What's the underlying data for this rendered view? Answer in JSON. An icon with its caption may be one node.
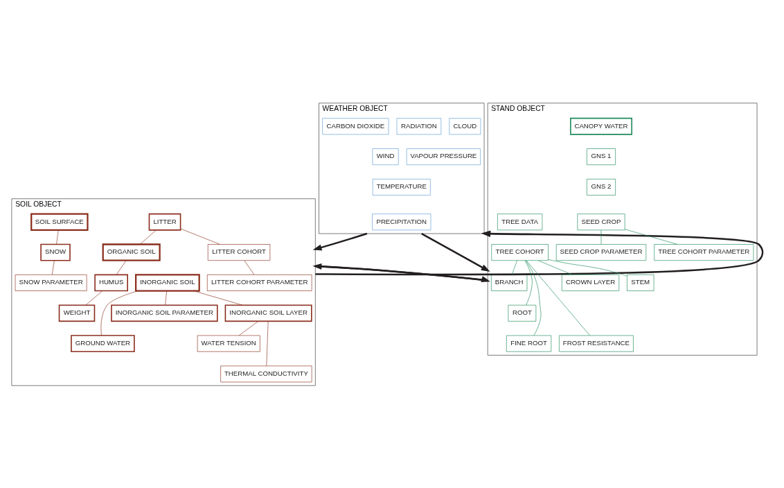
{
  "diagram": {
    "nodes": [
      {
        "text": [
          "WEATHER OBJECT"
        ]
      },
      {
        "text": [
          "TEMPERATURE"
        ],
        "in": 0
      },
      {
        "text": [
          "CLOUD"
        ],
        "in": 0
      },
      {
        "text": [
          "RADIATION"
        ],
        "in": 0
      },
      {
        "text": [
          "PRECIPITATION"
        ],
        "in": 0
      },
      {
        "text": [
          "VAPOUR PRESSURE"
        ],
        "in": 0
      },
      {
        "text": [
          "WIND"
        ],
        "in": 0
      },
      {
        "text": [
          "CARBON DIOXIDE"
        ],
        "in": 0
      },
      {
        "text": [
          "SOIL OBJECT"
        ]
      },
      {
        "text": [
          "LITTER COHORT"
        ],
        "in": 8
      },
      {
        "text": [
          "LITTER"
        ],
        "in": 8
      },
      {
        "text": [
          "SOIL SURFACE"
        ],
        "in": 8
      },
      {
        "text": [
          "LITTER COHORT PARAMETER"
        ],
        "in": 8
      },
      {
        "text": [
          "ORGANIC SOIL"
        ],
        "in": 8
      },
      {
        "text": [
          "HUMUS"
        ],
        "in": 8
      },
      {
        "text": [
          "WEIGHT"
        ],
        "in": 8
      },
      {
        "text": [
          "INORGANIC SOIL"
        ],
        "in": 8
      },
      {
        "text": [
          "INORGANIC SOIL PARAMETER"
        ],
        "in": 8
      },
      {
        "text": [
          "INORGANIC SOIL LAYER"
        ],
        "in": 8
      },
      {
        "text": [
          "SNOW"
        ],
        "in": 8
      },
      {
        "text": [
          "SNOW PARAMETER"
        ],
        "in": 8
      },
      {
        "text": [
          "WATER TENSION"
        ],
        "in": 8
      },
      {
        "text": [
          "GROUND WATER"
        ],
        "in": 8
      },
      {
        "text": [
          "THERMAL CONDUCTIVITY"
        ],
        "in": 8
      },
      {
        "text": [
          "STAND OBJECT"
        ]
      },
      {
        "text": [
          "SEED CROP PARAMETER"
        ],
        "in": 24
      },
      {
        "text": [
          "CANOPY WATER"
        ],
        "in": 24
      },
      {
        "text": [
          "TREE COHORT PARAMETER"
        ],
        "in": 24
      },
      {
        "text": [
          "GNS 1"
        ],
        "in": 24
      },
      {
        "text": [
          "GNS 2"
        ],
        "in": 24
      },
      {
        "text": [
          "SEED CROP"
        ],
        "in": 24
      },
      {
        "text": [
          "TREE DATA"
        ],
        "in": 24
      },
      {
        "text": [
          "BRANCH"
        ],
        "in": 24
      },
      {
        "text": [
          "TREE COHORT"
        ],
        "in": 24
      },
      {
        "text": [
          "CROWN LAYER"
        ],
        "in": 24
      },
      {
        "text": [
          "STEM"
        ],
        "in": 24
      },
      {
        "text": [
          "ROOT"
        ],
        "in": 24
      },
      {
        "text": [
          "FINE ROOT"
        ],
        "in": 24
      },
      {
        "text": [
          "FROST RESISTANCE"
        ],
        "in": 24
      }
    ],
    "edges": [
      {
        "from": 0,
        "to": 8,
        "arrow": "to",
        "style": "thick",
        "color": "#231f20"
      },
      {
        "from": 8,
        "to": 0,
        "arrow": "to",
        "style": "thick",
        "color": "#231f20"
      },
      {
        "from": 8,
        "to": 24,
        "arrow": "to",
        "style": "thick",
        "color": "#231f20"
      },
      {
        "from": 0,
        "to": 24,
        "arrow": "to",
        "style": "thick",
        "color": "#231f20"
      },
      {
        "from": 24,
        "to": 0,
        "arrow": "to",
        "style": "thick",
        "color": "#231f20"
      },
      {
        "from": 24,
        "to": 8,
        "arrow": "to",
        "style": "thick",
        "color": "#231f20"
      },
      {
        "from": 10,
        "to": 9,
        "arrow": "none"
      },
      {
        "from": 9,
        "to": 12,
        "arrow": "none"
      },
      {
        "from": 10,
        "to": 13,
        "arrow": "none"
      },
      {
        "from": 11,
        "to": 19,
        "arrow": "none"
      },
      {
        "from": 19,
        "to": 20,
        "arrow": "none"
      },
      {
        "from": 13,
        "to": 14,
        "arrow": "none"
      },
      {
        "from": 14,
        "to": 15,
        "arrow": "none"
      },
      {
        "from": 16,
        "to": 17,
        "arrow": "none"
      },
      {
        "from": 16,
        "to": 18,
        "arrow": "none"
      },
      {
        "from": 16,
        "to": 22,
        "arrow": "none"
      },
      {
        "from": 18,
        "to": 21,
        "arrow": "none"
      },
      {
        "from": 18,
        "to": 23,
        "arrow": "none"
      },
      {
        "from": 30,
        "to": 25,
        "arrow": "none",
        "color": "#1e8a5a"
      },
      {
        "from": 30,
        "to": 27,
        "arrow": "none",
        "color": "#1e8a5a"
      },
      {
        "from": 33,
        "to": 32,
        "arrow": "none",
        "color": "#1e8a5a"
      },
      {
        "from": 33,
        "to": 34,
        "arrow": "none",
        "color": "#1e8a5a"
      },
      {
        "from": 33,
        "to": 35,
        "arrow": "none",
        "color": "#1e8a5a"
      },
      {
        "from": 33,
        "to": 36,
        "arrow": "none",
        "color": "#1e8a5a"
      },
      {
        "from": 33,
        "to": 37,
        "arrow": "none",
        "color": "#1e8a5a"
      },
      {
        "from": 33,
        "to": 38,
        "arrow": "none",
        "color": "#1e8a5a"
      }
    ]
  }
}
